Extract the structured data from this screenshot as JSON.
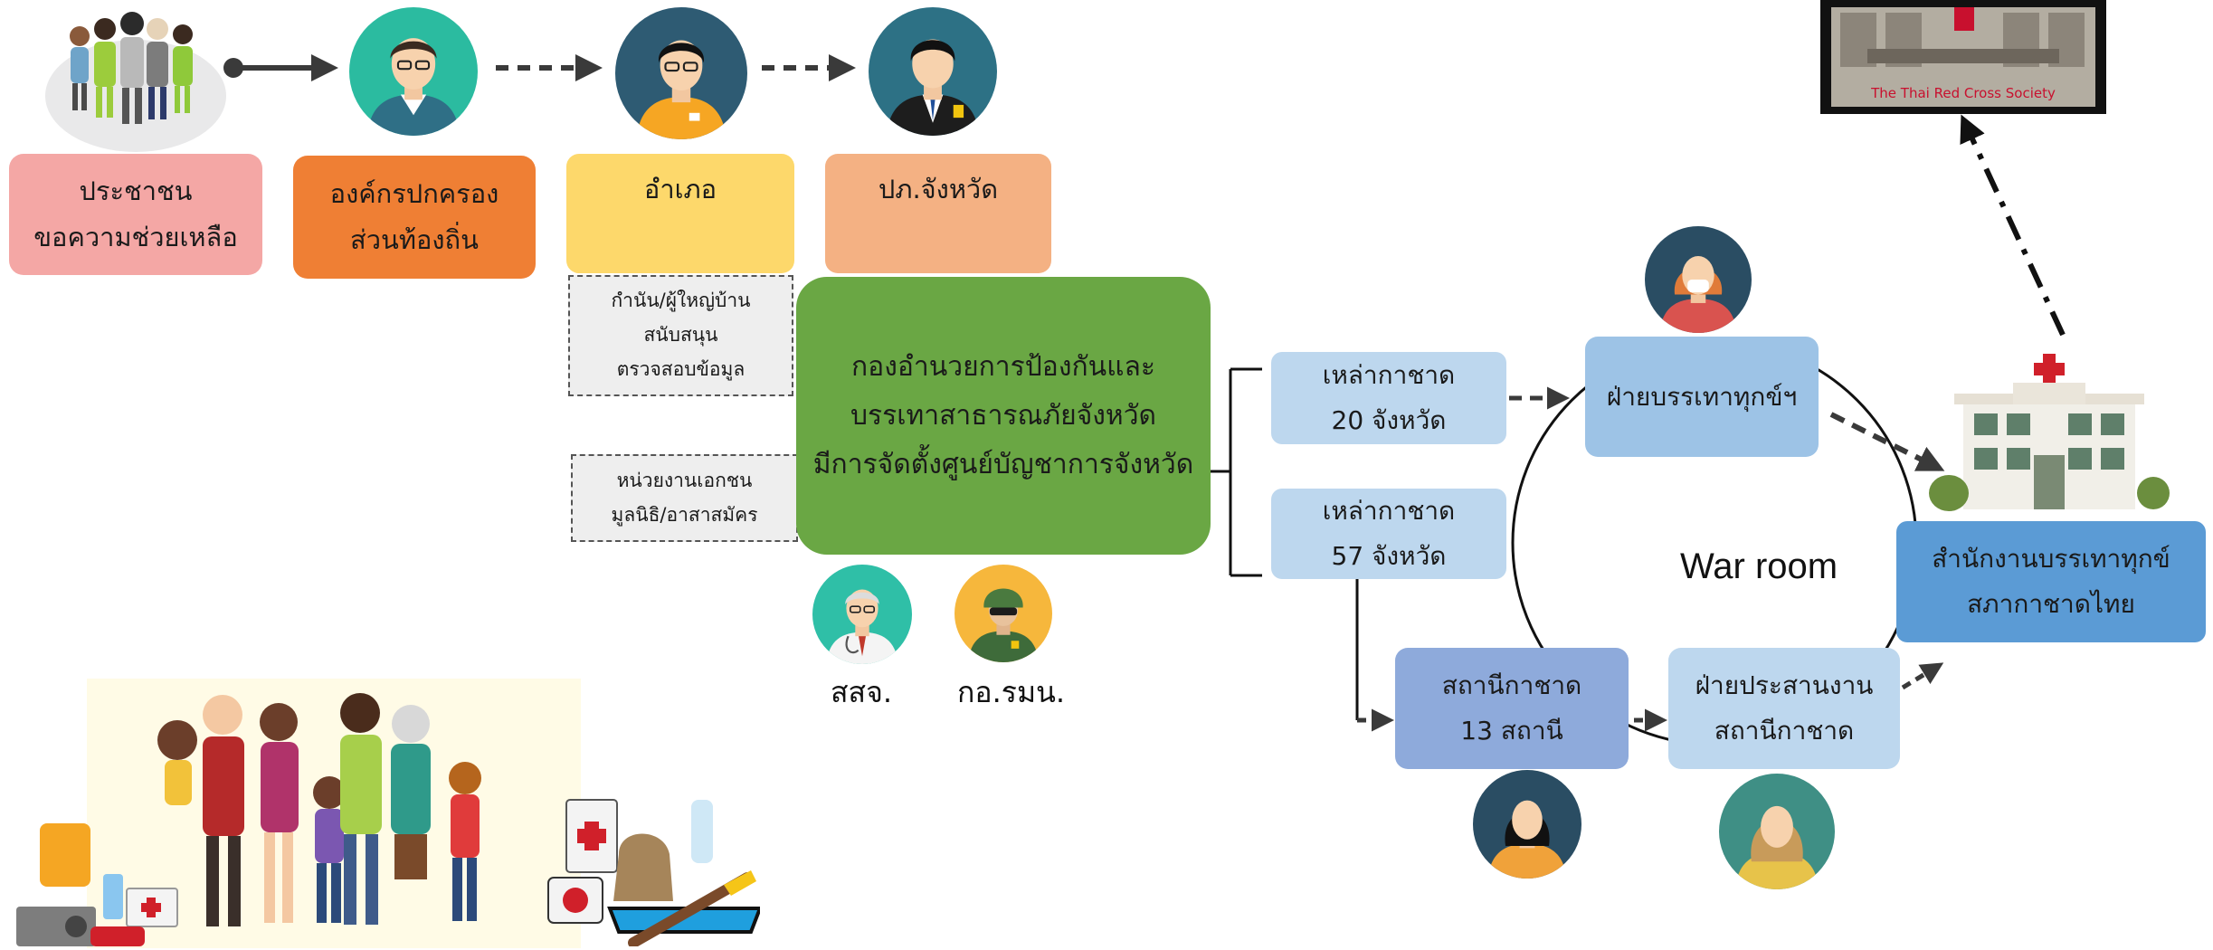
{
  "colors": {
    "pink": "#f4a7a5",
    "orange": "#ef7f34",
    "yellow": "#fdd86b",
    "peach": "#f4b183",
    "green": "#6aa744",
    "light_blue": "#bdd7ee",
    "periwinkle": "#8eaadb",
    "blue": "#5b9bd5",
    "line": "#3a3a3a"
  },
  "boxes": {
    "people": [
      "ประชาชน",
      "ขอความช่วยเหลือ"
    ],
    "local_gov": [
      "องค์กรปกครอง",
      "ส่วนท้องถิ่น"
    ],
    "district": [
      "อำเภอ"
    ],
    "province_admin": [
      "ปภ.จังหวัด"
    ],
    "command_center": [
      "กองอำนวยการป้องกันและ",
      "บรรเทาสาธารณภัยจังหวัด",
      "มีการจัดตั้งศูนย์บัญชาการจังหวัด"
    ],
    "chapter_20": [
      "เหล่ากาชาด",
      "20 จังหวัด"
    ],
    "chapter_57": [
      "เหล่ากาชาด",
      "57 จังหวัด"
    ],
    "relief_division": [
      "ฝ่ายบรรเทาทุกข์ฯ"
    ],
    "stations_13": [
      "สถานีกาชาด",
      "13 สถานี"
    ],
    "station_coordination": [
      "ฝ่ายประสานงาน",
      "สถานีกาชาด"
    ],
    "relief_bureau": [
      "สำนักงานบรรเทาทุกข์",
      "สภากาชาดไทย"
    ]
  },
  "notes": {
    "village_heads": [
      "กำนัน/ผู้ใหญ่บ้าน",
      "สนับสนุน",
      "ตรวจสอบข้อมูล"
    ],
    "private_sector": [
      "หน่วยงานเอกชน",
      "มูลนิธิ/อาสาสมัคร"
    ]
  },
  "captions": {
    "health": "สสจ.",
    "isoc": "กอ.รมน.",
    "war_room": "War room"
  },
  "logo": {
    "text": "The Thai Red Cross Society"
  },
  "icons": [
    "people-group-icon",
    "official-male-icon",
    "officer-male-icon",
    "governor-icon",
    "doctor-icon",
    "soldier-icon",
    "female-staff-icon",
    "hospital-icon",
    "family-icon",
    "relief-supplies-icon",
    "boat-icon"
  ]
}
